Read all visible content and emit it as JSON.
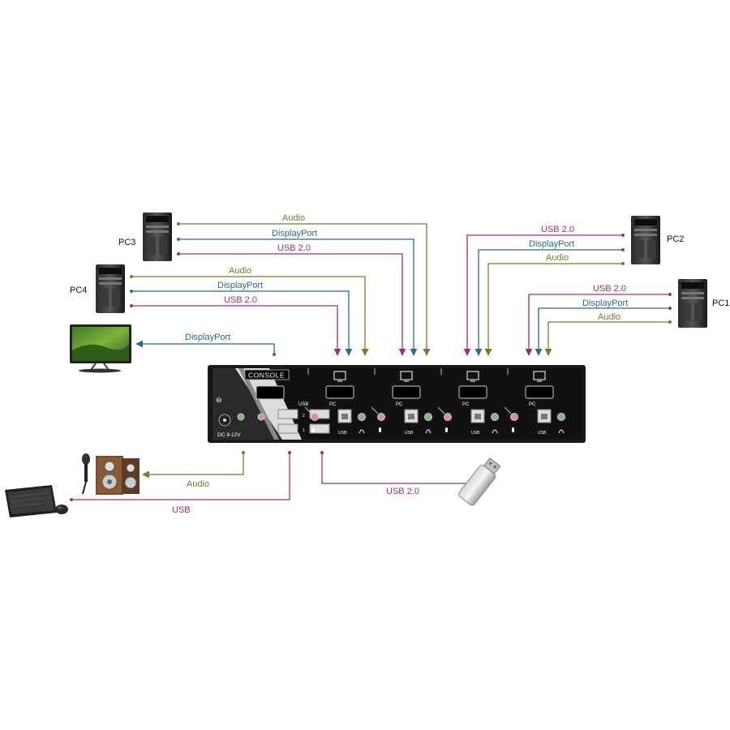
{
  "colors": {
    "audio": "#7a7a2e",
    "displayport": "#2a6a8c",
    "usb": "#a0306a",
    "device_body": "#1a1a1a",
    "device_face": "#111111"
  },
  "computers": {
    "pc1": "PC1",
    "pc2": "PC2",
    "pc3": "PC3",
    "pc4": "PC4"
  },
  "cables": {
    "pc3_audio": "Audio",
    "pc3_displayport": "DisplayPort",
    "pc3_usb": "USB 2.0",
    "pc4_audio": "Audio",
    "pc4_displayport": "DisplayPort",
    "pc4_usb": "USB 2.0",
    "pc2_usb": "USB 2.0",
    "pc2_displayport": "DisplayPort",
    "pc2_audio": "Audio",
    "pc1_usb": "USB 2.0",
    "pc1_displayport": "DisplayPort",
    "pc1_audio": "Audio",
    "monitor_displayport": "DisplayPort",
    "speaker_audio": "Audio",
    "keyboard_usb": "USB",
    "flash_usb": "USB 2.0"
  },
  "kvm": {
    "console_label": "CONSOLE",
    "usb_label": "USB",
    "dc_label": "DC 9-12V",
    "pc_port_label": "PC",
    "port_usb_label": "USB",
    "usb_port_1": "1",
    "usb_port_2": "2"
  },
  "icons": {
    "tower": "pc-tower-icon",
    "monitor": "monitor-icon",
    "speakers": "speaker-icon",
    "microphone": "microphone-icon",
    "keyboard": "keyboard-icon",
    "mouse": "mouse-icon",
    "flash_drive": "usb-flash-drive-icon"
  }
}
